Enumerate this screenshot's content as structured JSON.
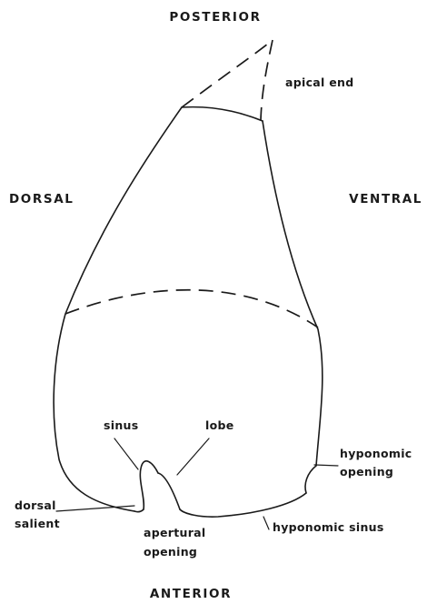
{
  "orientation": {
    "posterior": "POSTERIOR",
    "anterior": "ANTERIOR",
    "dorsal": "DORSAL",
    "ventral": "VENTRAL"
  },
  "labels": {
    "apical_end": "apical end",
    "sinus": "sinus",
    "lobe": "lobe",
    "hyponomic_opening_line1": "hyponomic",
    "hyponomic_opening_line2": "opening",
    "dorsal_salient_line1": "dorsal",
    "dorsal_salient_line2": "salient",
    "apertural_opening_line1": "apertural",
    "apertural_opening_line2": "opening",
    "hyponomic_sinus": "hyponomic sinus"
  }
}
